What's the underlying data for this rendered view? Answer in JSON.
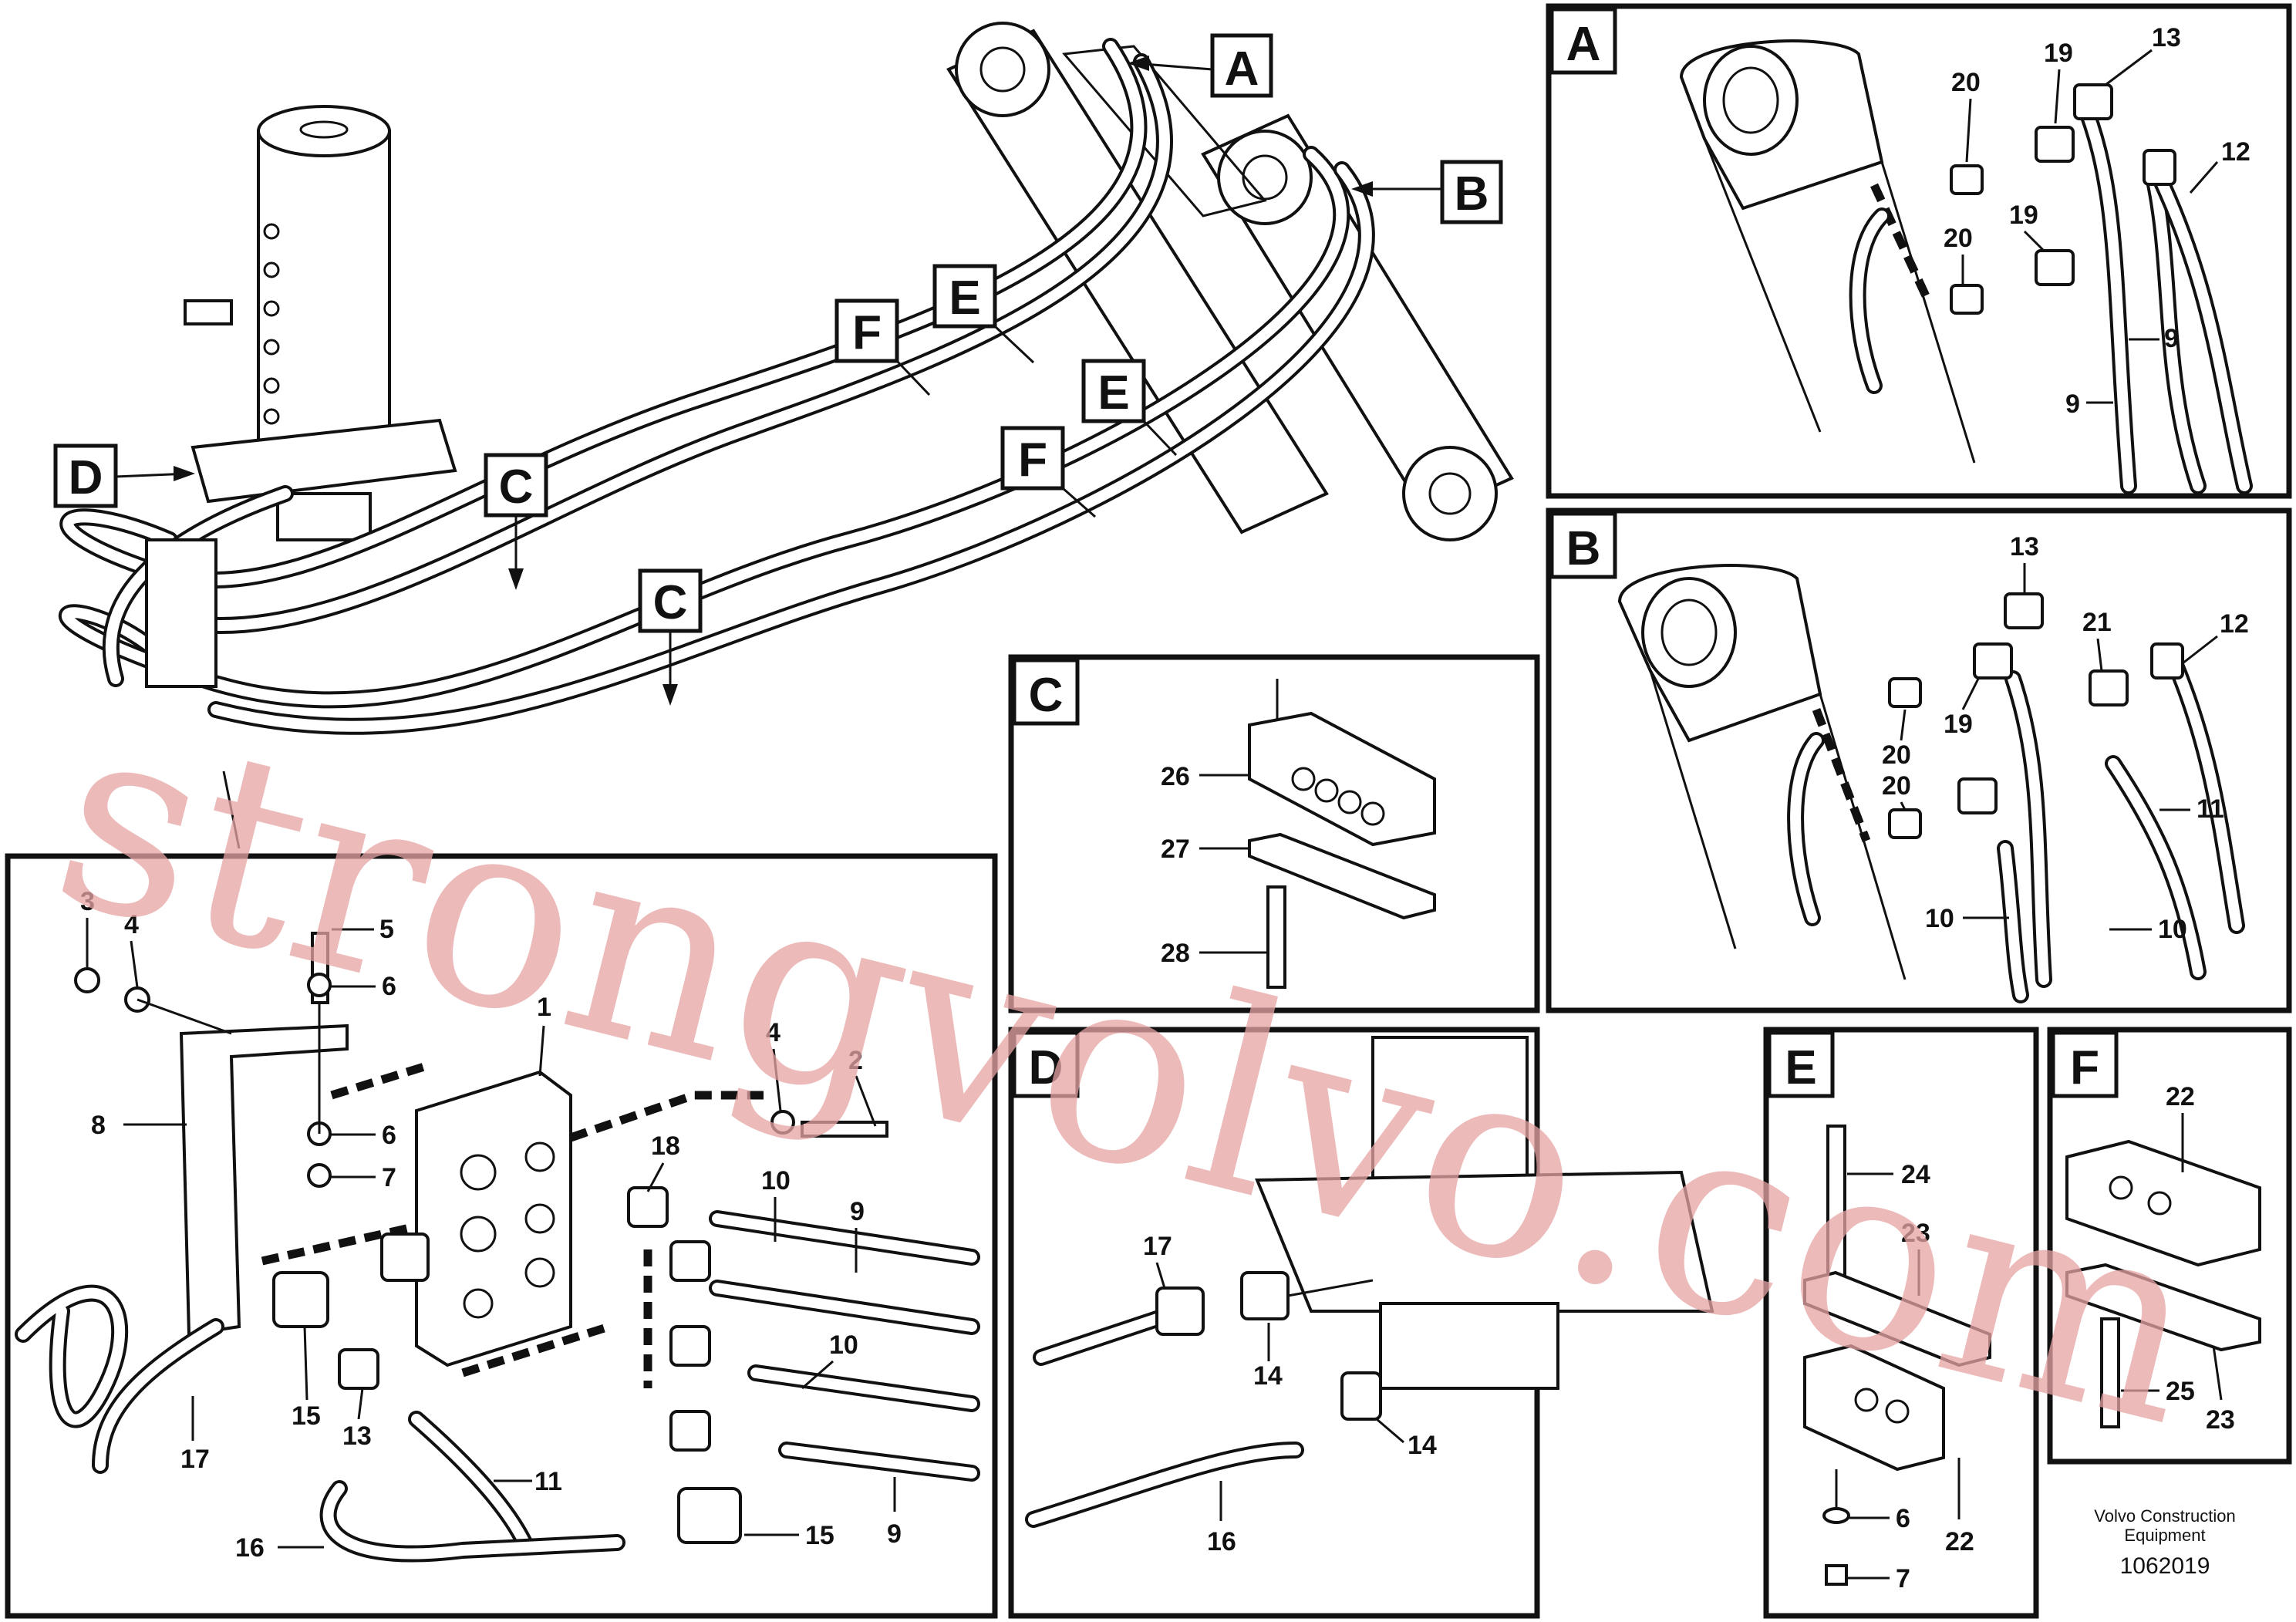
{
  "callouts": {
    "A": "A",
    "B": "B",
    "C": "C",
    "D": "D",
    "E": "E",
    "F": "F"
  },
  "labels": {
    "p1": "1",
    "p2": "2",
    "p3": "3",
    "p4": "4",
    "p5": "5",
    "p6": "6",
    "p7": "7",
    "p8": "8",
    "p9": "9",
    "p10": "10",
    "p11": "11",
    "p12": "12",
    "p13": "13",
    "p14": "14",
    "p15": "15",
    "p16": "16",
    "p17": "17",
    "p18": "18",
    "p19": "19",
    "p20": "20",
    "p21": "21",
    "p22": "22",
    "p23": "23",
    "p24": "24",
    "p25": "25",
    "p26": "26",
    "p27": "27",
    "p28": "28"
  },
  "footer": {
    "brand_line1": "Volvo Construction",
    "brand_line2": "Equipment",
    "drawing_number": "1062019"
  },
  "watermark": "strongvolvo.com"
}
